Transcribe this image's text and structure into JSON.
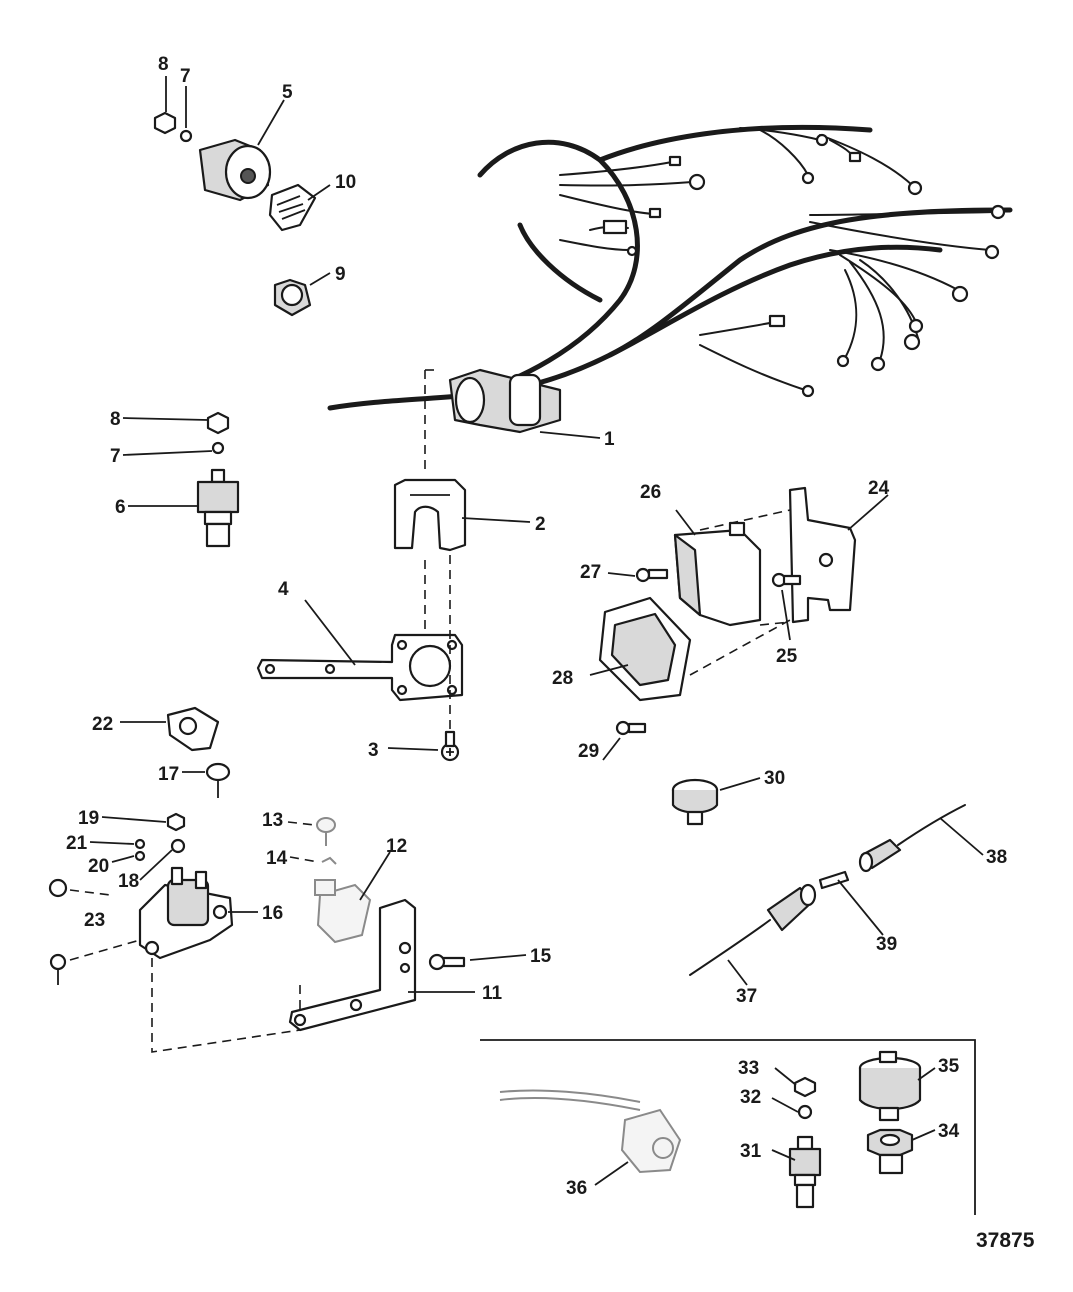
{
  "diagram": {
    "labels": {
      "p1": "1",
      "p2": "2",
      "p3": "3",
      "p4": "4",
      "p5": "5",
      "p6": "6",
      "p7a": "7",
      "p7b": "7",
      "p8a": "8",
      "p8b": "8",
      "p9": "9",
      "p10": "10",
      "p11": "11",
      "p12": "12",
      "p13": "13",
      "p14": "14",
      "p15": "15",
      "p16": "16",
      "p17": "17",
      "p18": "18",
      "p19": "19",
      "p20": "20",
      "p21": "21",
      "p22": "22",
      "p23": "23",
      "p24": "24",
      "p25": "25",
      "p26": "26",
      "p27": "27",
      "p28": "28",
      "p29": "29",
      "p30": "30",
      "p31": "31",
      "p32": "32",
      "p33": "33",
      "p34": "34",
      "p35": "35",
      "p36": "36",
      "p37": "37",
      "p38": "38",
      "p39": "39"
    },
    "figure_number": "37875"
  }
}
